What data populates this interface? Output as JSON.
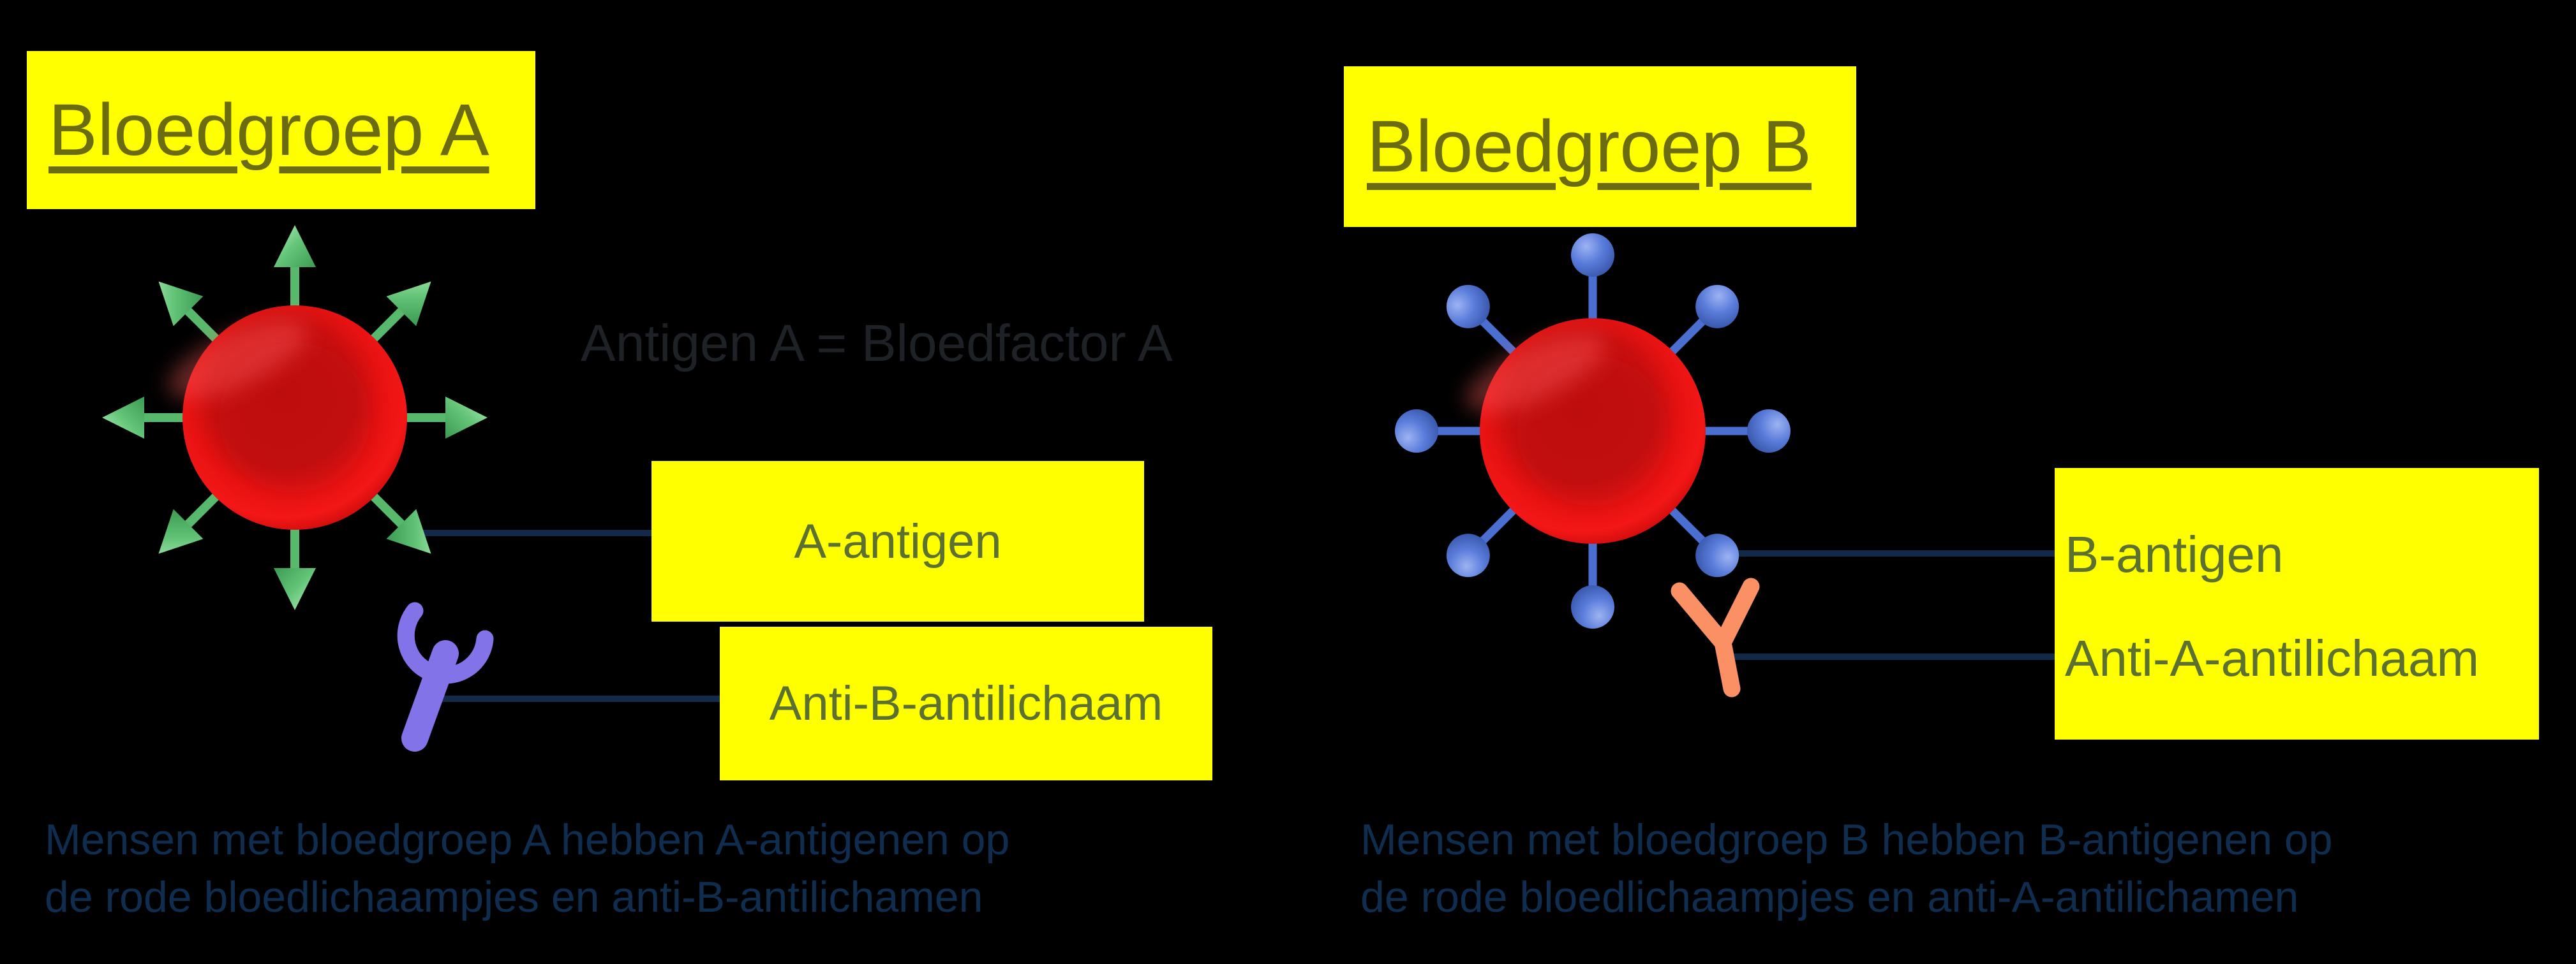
{
  "panels": {
    "a": {
      "title": "Bloedgroep A",
      "note": "Antigen A = Bloedfactor A",
      "label_antigen": "A-antigen",
      "label_antibody": "Anti-B-antilichaam",
      "caption_line1": "Mensen met bloedgroep A hebben A-antigenen op",
      "caption_line2": "de rode bloedlichaampjes en anti-B-antilichamen"
    },
    "b": {
      "title": "Bloedgroep B",
      "label_antigen": "B-antigen",
      "label_antibody": "Anti-A-antilichaam",
      "caption_line1": "Mensen met bloedgroep B hebben B-antigenen op",
      "caption_line2": "de rode bloedlichaampjes en anti-A-antilichamen"
    }
  },
  "colors": {
    "bg": "#000000",
    "yellow": "#ffff00",
    "title_text": "#6b6b12",
    "label_text": "#5c7130",
    "caption": "#0f2d4f",
    "note": "#1e2126",
    "connector": "#12294a",
    "green": "#58b96c",
    "blue": "#4a6fd0",
    "purple": "#8373e9",
    "orange": "#fb9065",
    "red_cell": "#ee1111"
  }
}
